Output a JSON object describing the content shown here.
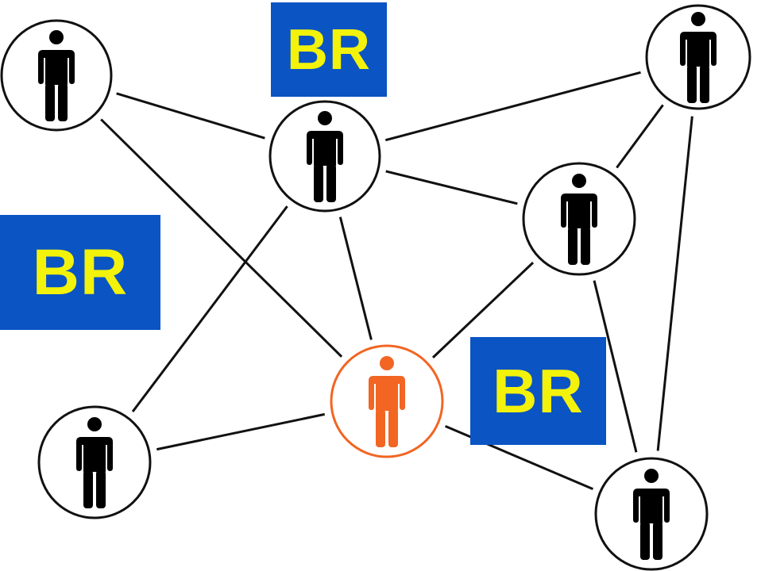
{
  "diagram": {
    "colors": {
      "background": "#ffffff",
      "edge": "#111111",
      "node_stroke": "#111111",
      "person": "#000000",
      "highlight": "#f26522",
      "badge_bg": "#0a54c4",
      "badge_text": "#f2f20a"
    },
    "badges": [
      {
        "id": "top",
        "text": "BR"
      },
      {
        "id": "left",
        "text": "BR"
      },
      {
        "id": "right",
        "text": "BR"
      }
    ],
    "nodes": [
      {
        "id": "n1",
        "icon": "person-icon",
        "highlighted": false
      },
      {
        "id": "n2",
        "icon": "person-icon",
        "highlighted": false
      },
      {
        "id": "n3",
        "icon": "person-icon",
        "highlighted": false
      },
      {
        "id": "n4",
        "icon": "person-icon",
        "highlighted": false
      },
      {
        "id": "n5",
        "icon": "person-icon",
        "highlighted": true
      },
      {
        "id": "n6",
        "icon": "person-icon",
        "highlighted": false
      },
      {
        "id": "n7",
        "icon": "person-icon",
        "highlighted": false
      }
    ],
    "edges": [
      [
        "n1",
        "n2"
      ],
      [
        "n1",
        "n5"
      ],
      [
        "n2",
        "n3"
      ],
      [
        "n2",
        "n4"
      ],
      [
        "n2",
        "n5"
      ],
      [
        "n2",
        "n6"
      ],
      [
        "n3",
        "n4"
      ],
      [
        "n3",
        "n7"
      ],
      [
        "n4",
        "n5"
      ],
      [
        "n4",
        "n7"
      ],
      [
        "n5",
        "n6"
      ],
      [
        "n5",
        "n7"
      ]
    ]
  }
}
